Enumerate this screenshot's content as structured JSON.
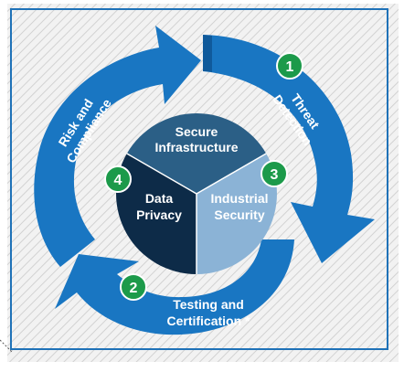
{
  "colors": {
    "frame": "#1f72b8",
    "hatch_bg": "#f2f2f2",
    "hatch_line": "#d2d2d2",
    "arrow_blue": "#1976c2",
    "arrow_shadow": "#0d4f8a",
    "secure_infrastructure": "#2b5f86",
    "industrial_security": "#8bb3d6",
    "data_privacy": "#0d2b48",
    "badge_green": "#1c9a4a",
    "text_white": "#ffffff"
  },
  "arrows": {
    "threat_detection": {
      "label_line1": "Threat",
      "label_line2": "Detection",
      "badge": "1"
    },
    "testing_certification": {
      "label_line1": "Testing and",
      "label_line2": "Certification *",
      "badge": "2"
    },
    "risk_compliance": {
      "label_line1": "Risk and",
      "label_line2": "Compliance"
    }
  },
  "segments": {
    "secure_infrastructure": {
      "line1": "Secure",
      "line2": "Infrastructure"
    },
    "industrial_security": {
      "line1": "Industrial",
      "line2": "Security",
      "badge": "3"
    },
    "data_privacy": {
      "line1": "Data",
      "line2": "Privacy",
      "badge": "4"
    }
  }
}
